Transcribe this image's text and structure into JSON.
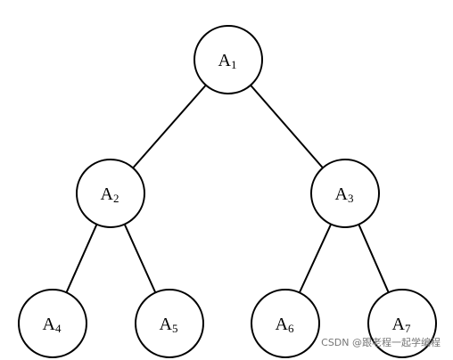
{
  "diagram": {
    "nodes": [
      {
        "id": "A1",
        "letter": "A",
        "sub": "1"
      },
      {
        "id": "A2",
        "letter": "A",
        "sub": "2"
      },
      {
        "id": "A3",
        "letter": "A",
        "sub": "3"
      },
      {
        "id": "A4",
        "letter": "A",
        "sub": "4"
      },
      {
        "id": "A5",
        "letter": "A",
        "sub": "5"
      },
      {
        "id": "A6",
        "letter": "A",
        "sub": "6"
      },
      {
        "id": "A7",
        "letter": "A",
        "sub": "7"
      }
    ],
    "edges": [
      {
        "from": "A1",
        "to": "A2"
      },
      {
        "from": "A1",
        "to": "A3"
      },
      {
        "from": "A2",
        "to": "A4"
      },
      {
        "from": "A2",
        "to": "A5"
      },
      {
        "from": "A3",
        "to": "A6"
      },
      {
        "from": "A3",
        "to": "A7"
      }
    ]
  },
  "watermark": "CSDN @跟老程一起学编程"
}
